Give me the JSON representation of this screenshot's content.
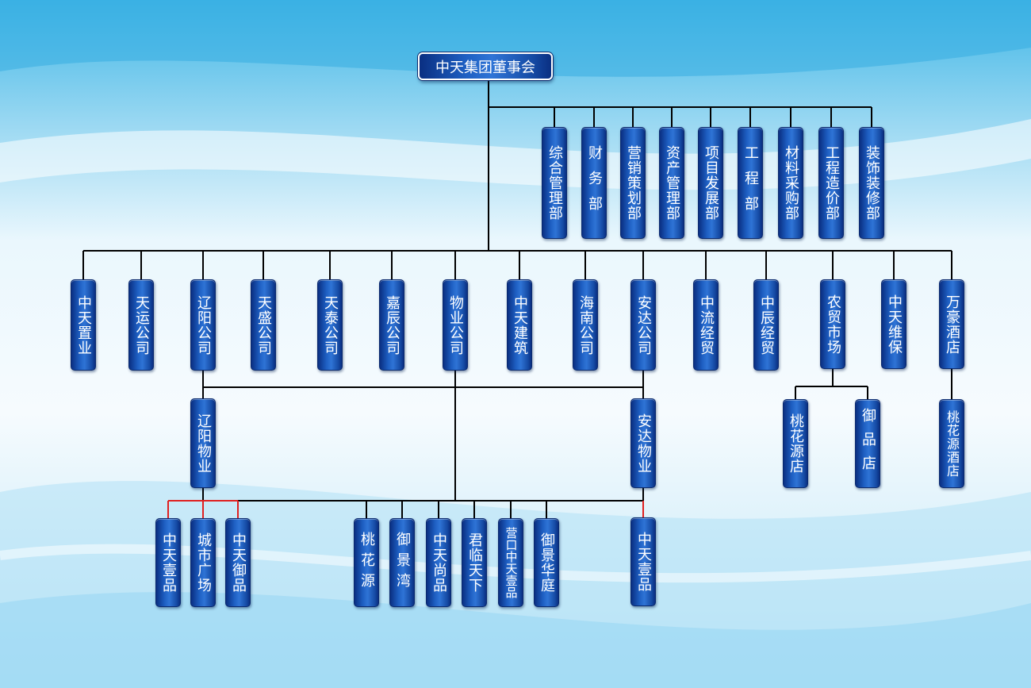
{
  "root": "中天集团董事会",
  "departments": [
    "综合管理部",
    "财务部",
    "营销策划部",
    "资产管理部",
    "项目发展部",
    "工程部",
    "材料采购部",
    "工程造价部",
    "装饰装修部"
  ],
  "companies": [
    "中天置业",
    "天运公司",
    "辽阳公司",
    "天盛公司",
    "天泰公司",
    "嘉辰公司",
    "物业公司",
    "中天建筑",
    "海南公司",
    "安达公司",
    "中流经贸",
    "中辰经贸",
    "农贸市场",
    "中天维保",
    "万豪酒店"
  ],
  "subsidiaries": [
    "辽阳物业",
    "安达物业",
    "桃花源店",
    "御品店",
    "桃花源酒店"
  ],
  "projects": [
    "中天壹品",
    "城市广场",
    "中天御品",
    "桃花源",
    "御景湾",
    "中天尚品",
    "君临天下",
    "营口中天壹品",
    "御景华庭",
    "中天壹品"
  ],
  "colors": {
    "node_fill": "#1e5fc2",
    "node_border": "#0b2a6e",
    "line": "#000000",
    "highlight_line": "#e02020",
    "background": "#dff1fb"
  }
}
